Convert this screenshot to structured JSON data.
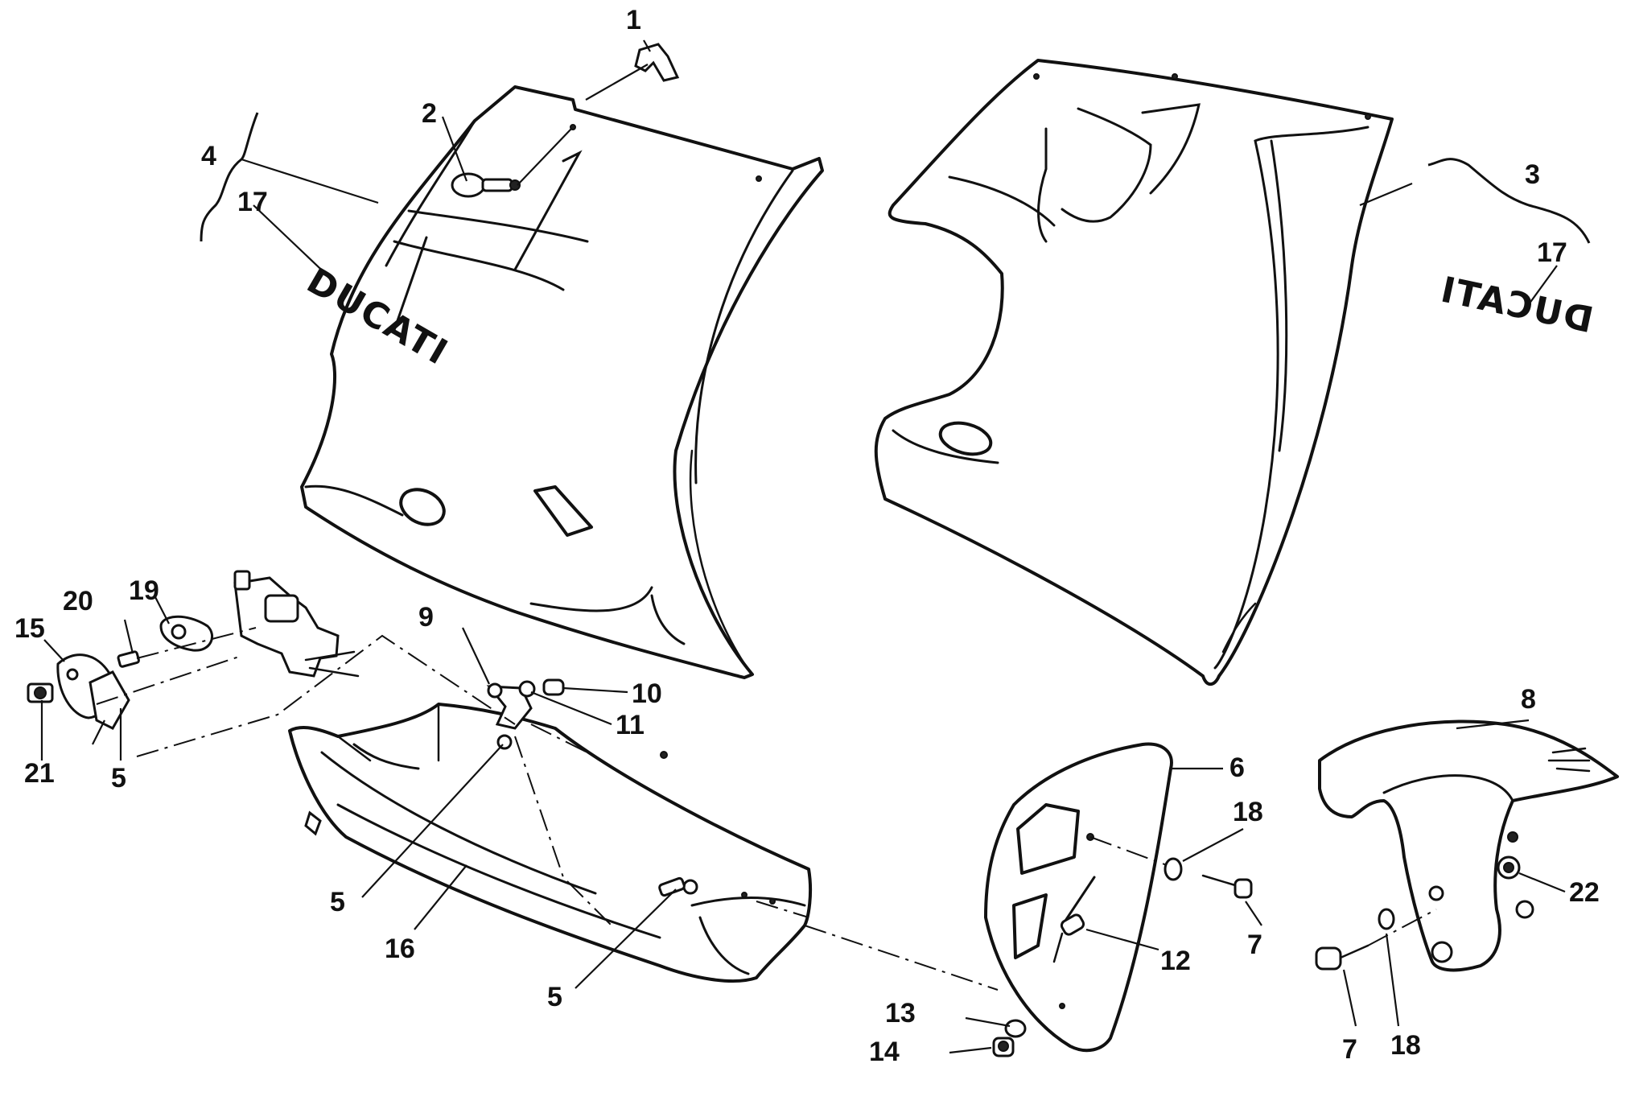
{
  "callouts": {
    "c1": "1",
    "c2": "2",
    "c3": "3",
    "c4": "4",
    "c5a": "5",
    "c5b": "5",
    "c5c": "5",
    "c6": "6",
    "c7a": "7",
    "c7b": "7",
    "c8": "8",
    "c9": "9",
    "c10": "10",
    "c11": "11",
    "c12": "12",
    "c13": "13",
    "c14": "14",
    "c15": "15",
    "c16": "16",
    "c17a": "17",
    "c17b": "17",
    "c18a": "18",
    "c18b": "18",
    "c19": "19",
    "c20": "20",
    "c21": "21",
    "c22": "22"
  },
  "decals": {
    "left": "DUCATI",
    "right": "DUCATI"
  }
}
